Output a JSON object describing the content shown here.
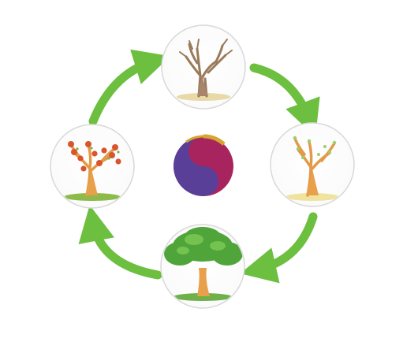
{
  "diagram": {
    "stages": [
      {
        "id": "winter",
        "icon": "bare-tree-icon"
      },
      {
        "id": "spring",
        "icon": "budding-tree-icon"
      },
      {
        "id": "summer",
        "icon": "leafy-green-tree-icon"
      },
      {
        "id": "autumn",
        "icon": "persimmon-fruit-tree-icon"
      }
    ],
    "center_icon": "yin-yang-icon",
    "arrow_direction": "clockwise",
    "colors": {
      "arrow": "#6cbf3f",
      "circle_border": "#d8d8d8",
      "trunk": "#e8a04a",
      "leaf": "#4fa53a",
      "fruit": "#d8552e",
      "yin": "#5a3f98",
      "yang": "#a8245e"
    }
  }
}
